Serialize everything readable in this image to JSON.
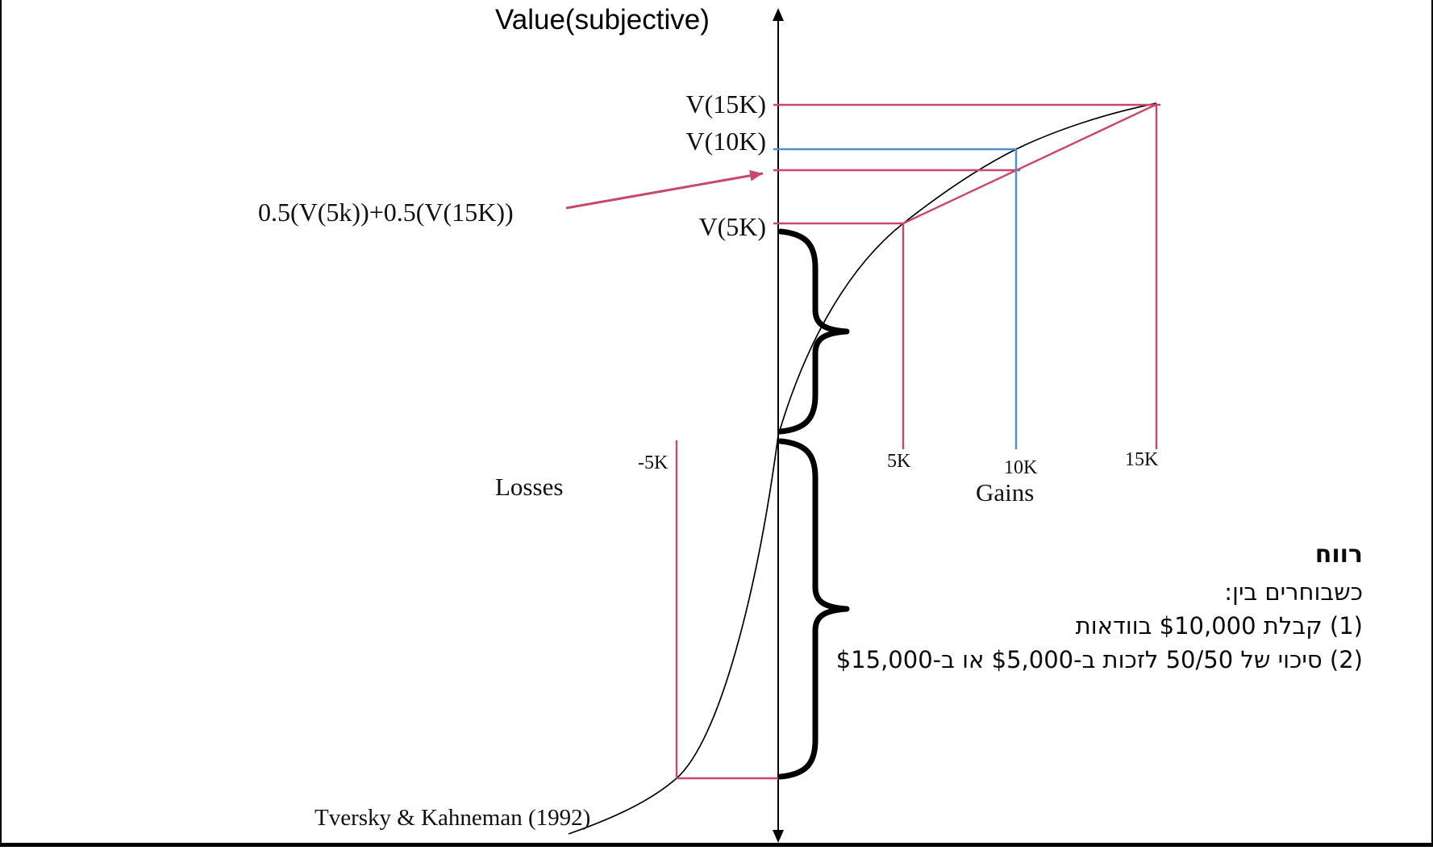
{
  "title": "Value(subjective)",
  "labels": {
    "v15k": "V(15K)",
    "v10k": "V(10K)",
    "v5k": "V(5K)",
    "mix": "0.5(V(5k))+0.5(V(15K))",
    "losses": "Losses",
    "gains": "Gains",
    "attribution": "Tversky & Kahneman (1992)"
  },
  "ticks": {
    "minus5k": "-5K",
    "plus5k": "5K",
    "plus10k": "10K",
    "plus15k": "15K"
  },
  "note": {
    "heading": "רווח",
    "line1": "כשבוחרים בין:",
    "line2": "(1) קבלת $10,000 בוודאות",
    "line3": "(2) סיכוי של 50/50 לזכות ב-$5,000 או ב-$15,000"
  },
  "colors": {
    "curve": "#000000",
    "axis": "#000000",
    "brace": "#000000",
    "highlight_pink": "#c8486a",
    "highlight_blue": "#4f8fc9"
  },
  "chart_data": {
    "type": "line",
    "title": "Value(subjective)",
    "curve": "S-shaped prospect-theory value function: concave for gains, convex and steeper for losses",
    "x_ticks": [
      "-5K",
      "5K",
      "10K",
      "15K"
    ],
    "xlabel_left": "Losses",
    "xlabel_right": "Gains",
    "marked_levels": [
      "V(15K)",
      "V(10K)",
      "0.5(V(5k))+0.5(V(15K))",
      "V(5K)"
    ],
    "annotations": [
      "Tversky & Kahneman (1992)"
    ],
    "legend": "none",
    "grid": "off"
  }
}
